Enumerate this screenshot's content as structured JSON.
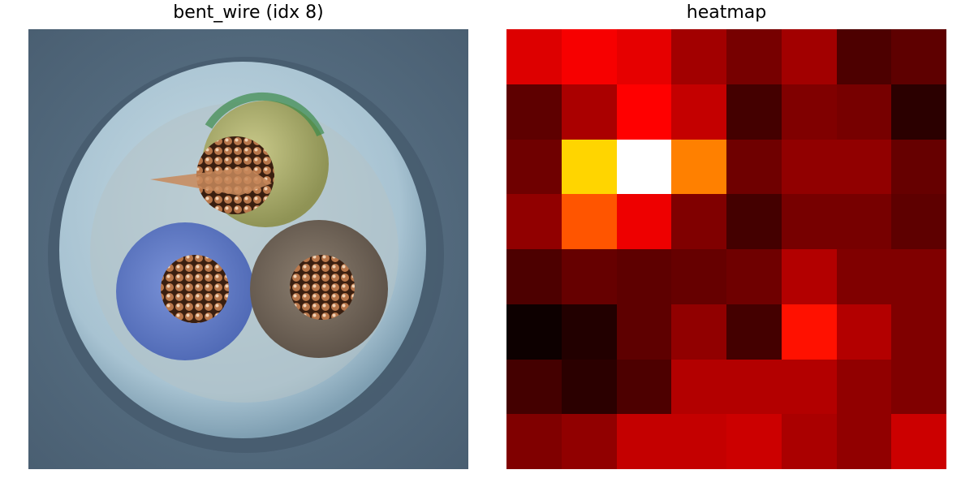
{
  "left_panel": {
    "title": "bent_wire (idx 8)"
  },
  "right_panel": {
    "title": "heatmap",
    "grid": [
      [
        0.52,
        0.58,
        0.54,
        0.38,
        0.28,
        0.38,
        0.18,
        0.22
      ],
      [
        0.22,
        0.4,
        0.6,
        0.46,
        0.16,
        0.3,
        0.28,
        0.1
      ],
      [
        0.26,
        0.85,
        1.0,
        0.75,
        0.26,
        0.34,
        0.34,
        0.24
      ],
      [
        0.34,
        0.7,
        0.56,
        0.3,
        0.16,
        0.28,
        0.28,
        0.22
      ],
      [
        0.18,
        0.24,
        0.22,
        0.24,
        0.26,
        0.42,
        0.3,
        0.3
      ],
      [
        0.03,
        0.08,
        0.22,
        0.34,
        0.16,
        0.62,
        0.42,
        0.3
      ],
      [
        0.16,
        0.1,
        0.18,
        0.42,
        0.42,
        0.42,
        0.34,
        0.3
      ],
      [
        0.3,
        0.34,
        0.46,
        0.46,
        0.48,
        0.4,
        0.34,
        0.48
      ]
    ]
  }
}
